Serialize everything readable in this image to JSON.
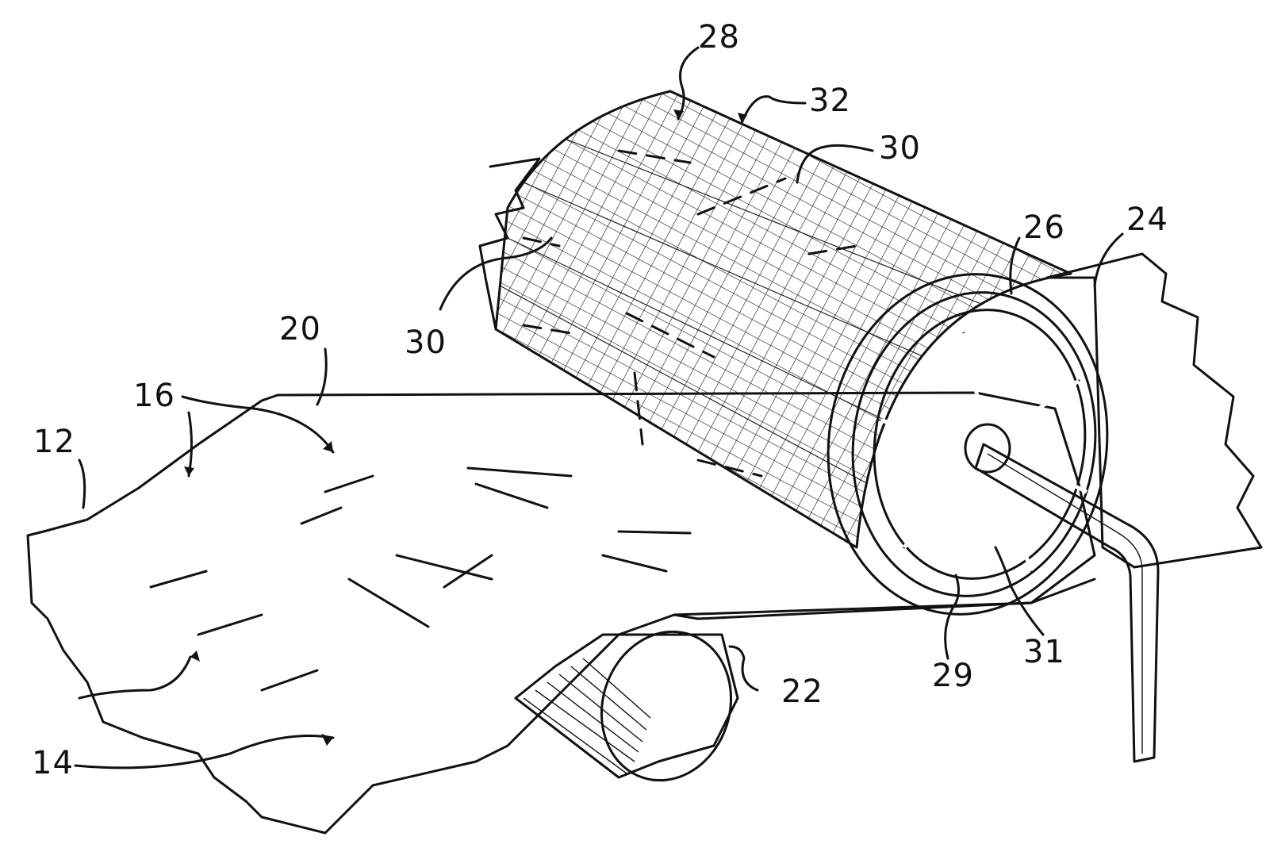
{
  "colors": {
    "ink": "#111111",
    "paper": "#ffffff"
  },
  "labels": {
    "l12": "12",
    "l14": "14",
    "l16": "16",
    "l20": "20",
    "l22": "22",
    "l24": "24",
    "l26": "26",
    "l28": "28",
    "l29": "29",
    "l30a": "30",
    "l30b": "30",
    "l31": "31",
    "l32": "32"
  }
}
